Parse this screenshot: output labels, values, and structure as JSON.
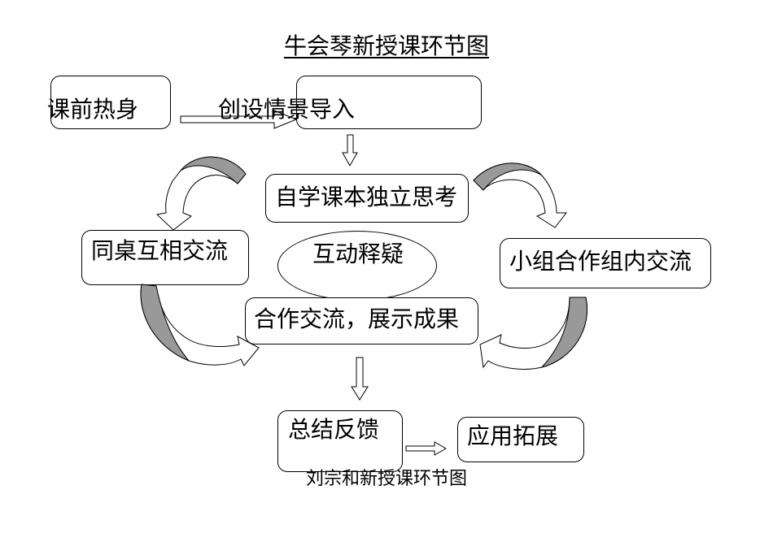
{
  "title": "牛会琴新授课环节图",
  "nodes": {
    "warmup": "课前热身",
    "intro": "创设情景导入",
    "self_study": "自学课本独立思考",
    "interact": "互动释疑",
    "pair": "同桌互相交流",
    "group": "小组合作组内交流",
    "share": "合作交流，展示成果",
    "summary": "总结反馈",
    "extend": "应用拓展"
  },
  "caption": "刘宗和新授课环节图"
}
